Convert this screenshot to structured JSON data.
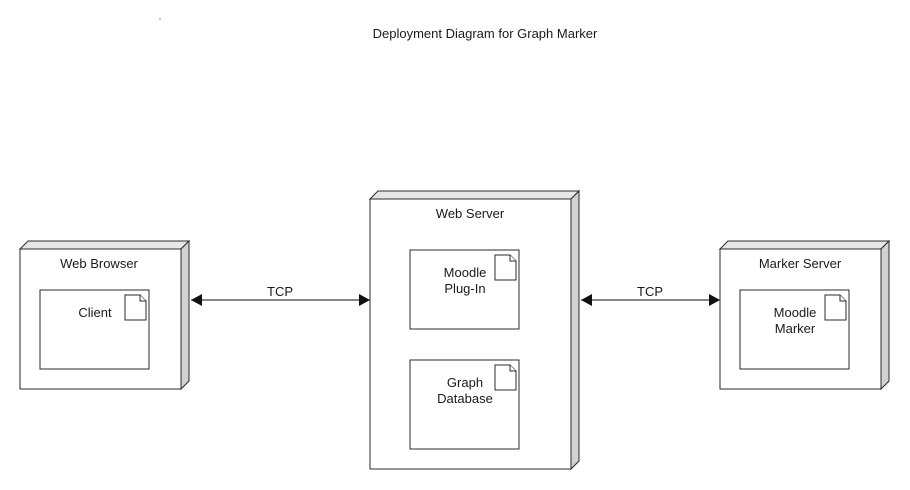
{
  "title": "Deployment Diagram for Graph Marker",
  "nodes": {
    "web_browser": {
      "label": "Web Browser",
      "components": [
        {
          "lines": [
            "Client"
          ]
        }
      ]
    },
    "web_server": {
      "label": "Web Server",
      "components": [
        {
          "lines": [
            "Moodle",
            "Plug-In"
          ]
        },
        {
          "lines": [
            "Graph",
            "Database"
          ]
        }
      ]
    },
    "marker_server": {
      "label": "Marker Server",
      "components": [
        {
          "lines": [
            "Moodle",
            "Marker"
          ]
        }
      ]
    }
  },
  "connections": [
    {
      "from": "Web Browser",
      "to": "Web Server",
      "label": "TCP"
    },
    {
      "from": "Web Server",
      "to": "Marker Server",
      "label": "TCP"
    }
  ]
}
